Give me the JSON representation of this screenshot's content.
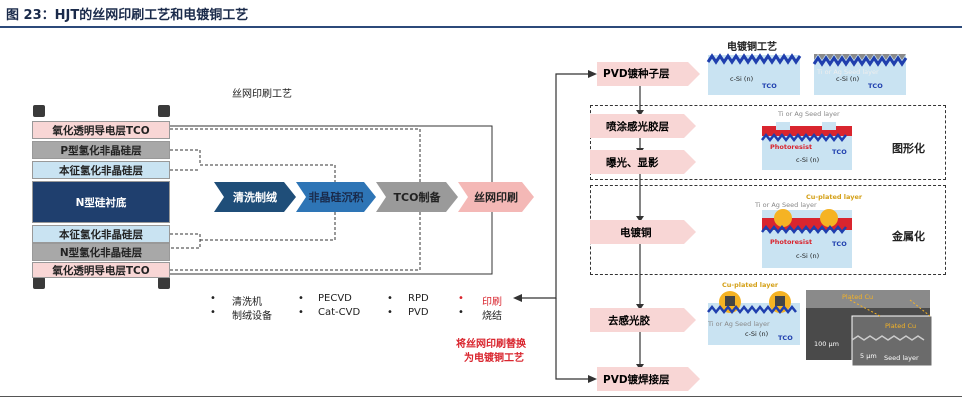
{
  "figure": {
    "title": "图 23：HJT的丝网印刷工艺和电镀铜工艺"
  },
  "left": {
    "process_label": "丝网印刷工艺",
    "layers": [
      {
        "label": "氧化透明导电层TCO",
        "style": "pink"
      },
      {
        "label": "P型氢化非晶硅层",
        "style": "grey"
      },
      {
        "label": "本征氢化非晶硅层",
        "style": "lightblue"
      },
      {
        "label": "N型硅衬底",
        "style": "navy"
      },
      {
        "label": "本征氢化非晶硅层",
        "style": "lightblue"
      },
      {
        "label": "N型氢化非晶硅层",
        "style": "grey"
      },
      {
        "label": "氧化透明导电层TCO",
        "style": "pink"
      }
    ],
    "process_steps": [
      "清洗制绒",
      "非晶硅沉积",
      "TCO制备",
      "丝网印刷"
    ],
    "equipment": {
      "col1": [
        "清洗机",
        "制绒设备"
      ],
      "col2": [
        "PECVD",
        "Cat-CVD"
      ],
      "col3": [
        "RPD",
        "PVD"
      ],
      "col4": [
        "印刷",
        "烧结"
      ]
    },
    "replace_note_line1": "将丝网印刷替换",
    "replace_note_line2": "为电镀铜工艺"
  },
  "right": {
    "title": "电镀铜工艺",
    "steps": [
      "PVD镀种子层",
      "喷涂感光胶层",
      "曝光、显影",
      "电镀铜",
      "去感光胶",
      "PVD镀焊接层"
    ],
    "group_labels": [
      "图形化",
      "金属化"
    ],
    "diagram_labels": {
      "tco": "TCO",
      "csi": "c-Si (n)",
      "seed": "Ti or Ag Seed layer",
      "photoresist": "Photoresist",
      "cu_plated": "Cu-plated layer",
      "plated_cu": "Plated Cu",
      "seed_layer": "Seed layer",
      "scale_100": "100 μm",
      "scale_5": "5 μm"
    }
  },
  "colors": {
    "navy": "#1f3f6e",
    "pink": "#f8d6d5",
    "lightblue": "#c9e3f2",
    "grey": "#a8a8a8",
    "chev_navy": "#1f4e79",
    "chev_blue": "#2e75b6",
    "red": "#d9252e"
  }
}
